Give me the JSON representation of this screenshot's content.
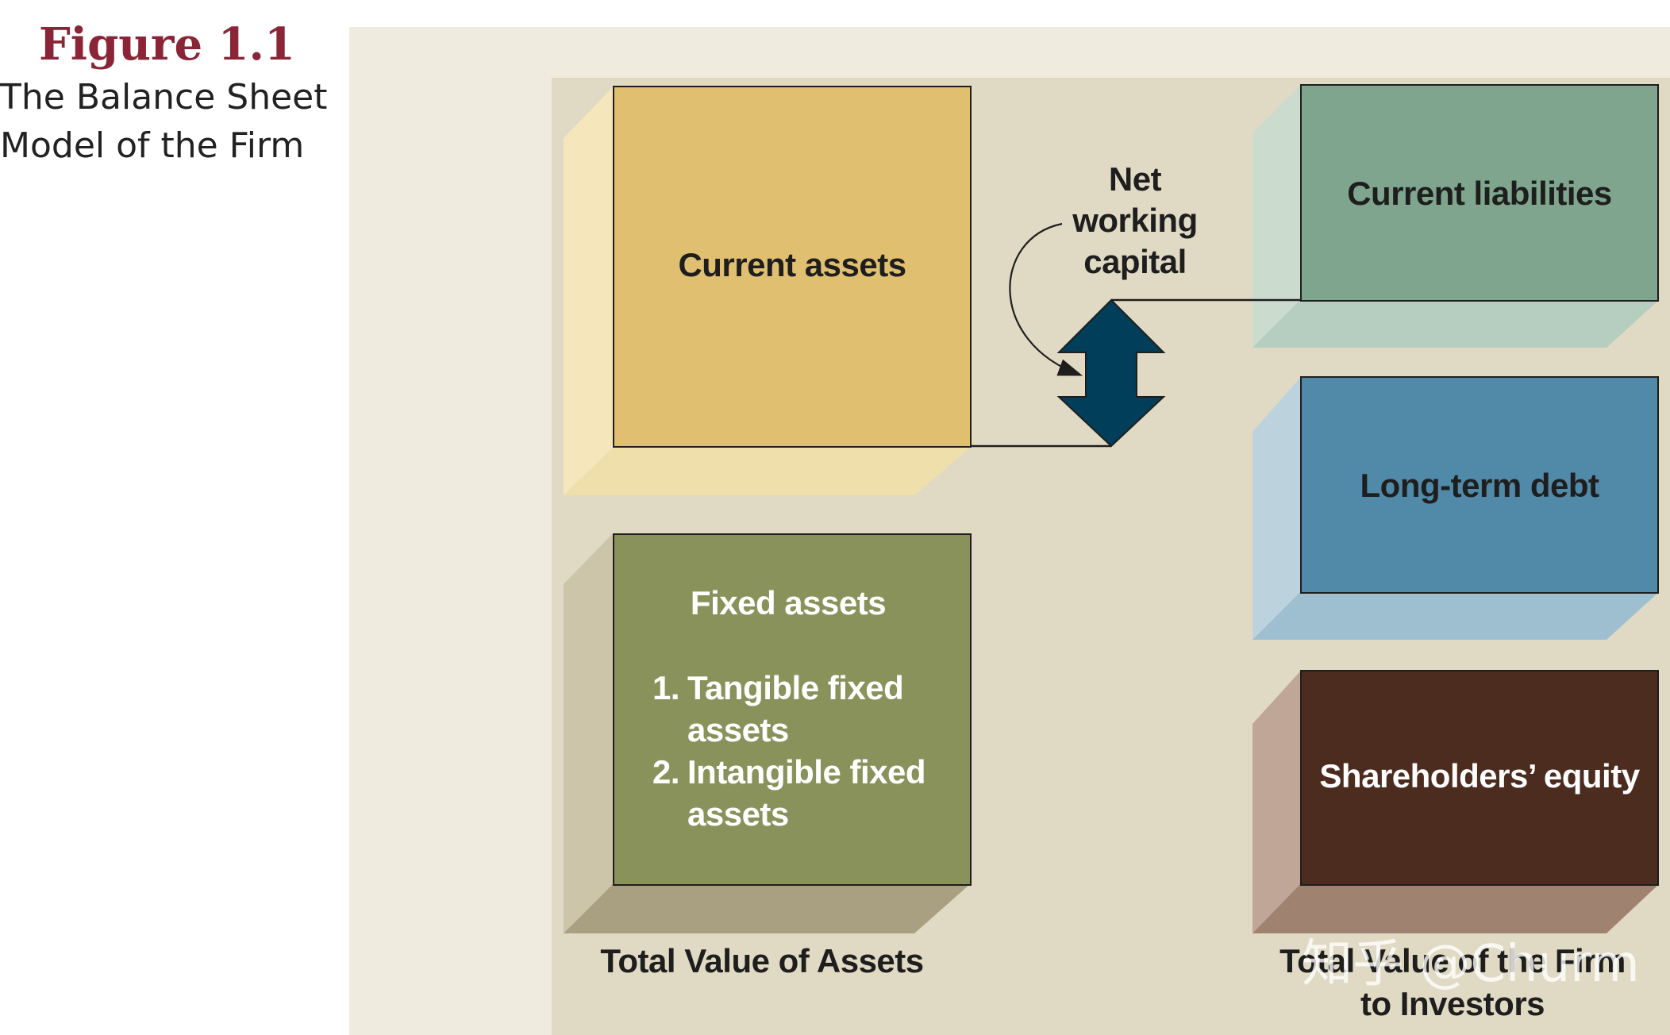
{
  "figure": {
    "number": "Figure 1.1",
    "title_lines": [
      "The Balance Sheet",
      "Model of the Firm"
    ]
  },
  "assets": {
    "current_assets": {
      "label": "Current assets",
      "color": "#e0bf70"
    },
    "fixed_assets": {
      "label": "Fixed assets",
      "color": "#8a925c",
      "items": [
        {
          "num": "1.",
          "text": "Tangible fixed assets"
        },
        {
          "num": "2.",
          "text": "Intangible fixed assets"
        }
      ]
    },
    "total_label": "Total Value of Assets"
  },
  "net_working_capital": {
    "lines": [
      "Net",
      "working",
      "capital"
    ],
    "arrow_color": "#003e5a"
  },
  "liabilities": {
    "current_liabilities": {
      "label": "Current liabilities",
      "color": "#7fa58f"
    },
    "long_term_debt": {
      "label": "Long-term debt",
      "color": "#508aa8"
    },
    "shareholders_equity": {
      "label": "Shareholders’ equity",
      "color": "#4d2c20"
    },
    "total_lines": [
      "Total Value of the Firm",
      "to Investors"
    ]
  },
  "watermark": "知乎 @Churm"
}
